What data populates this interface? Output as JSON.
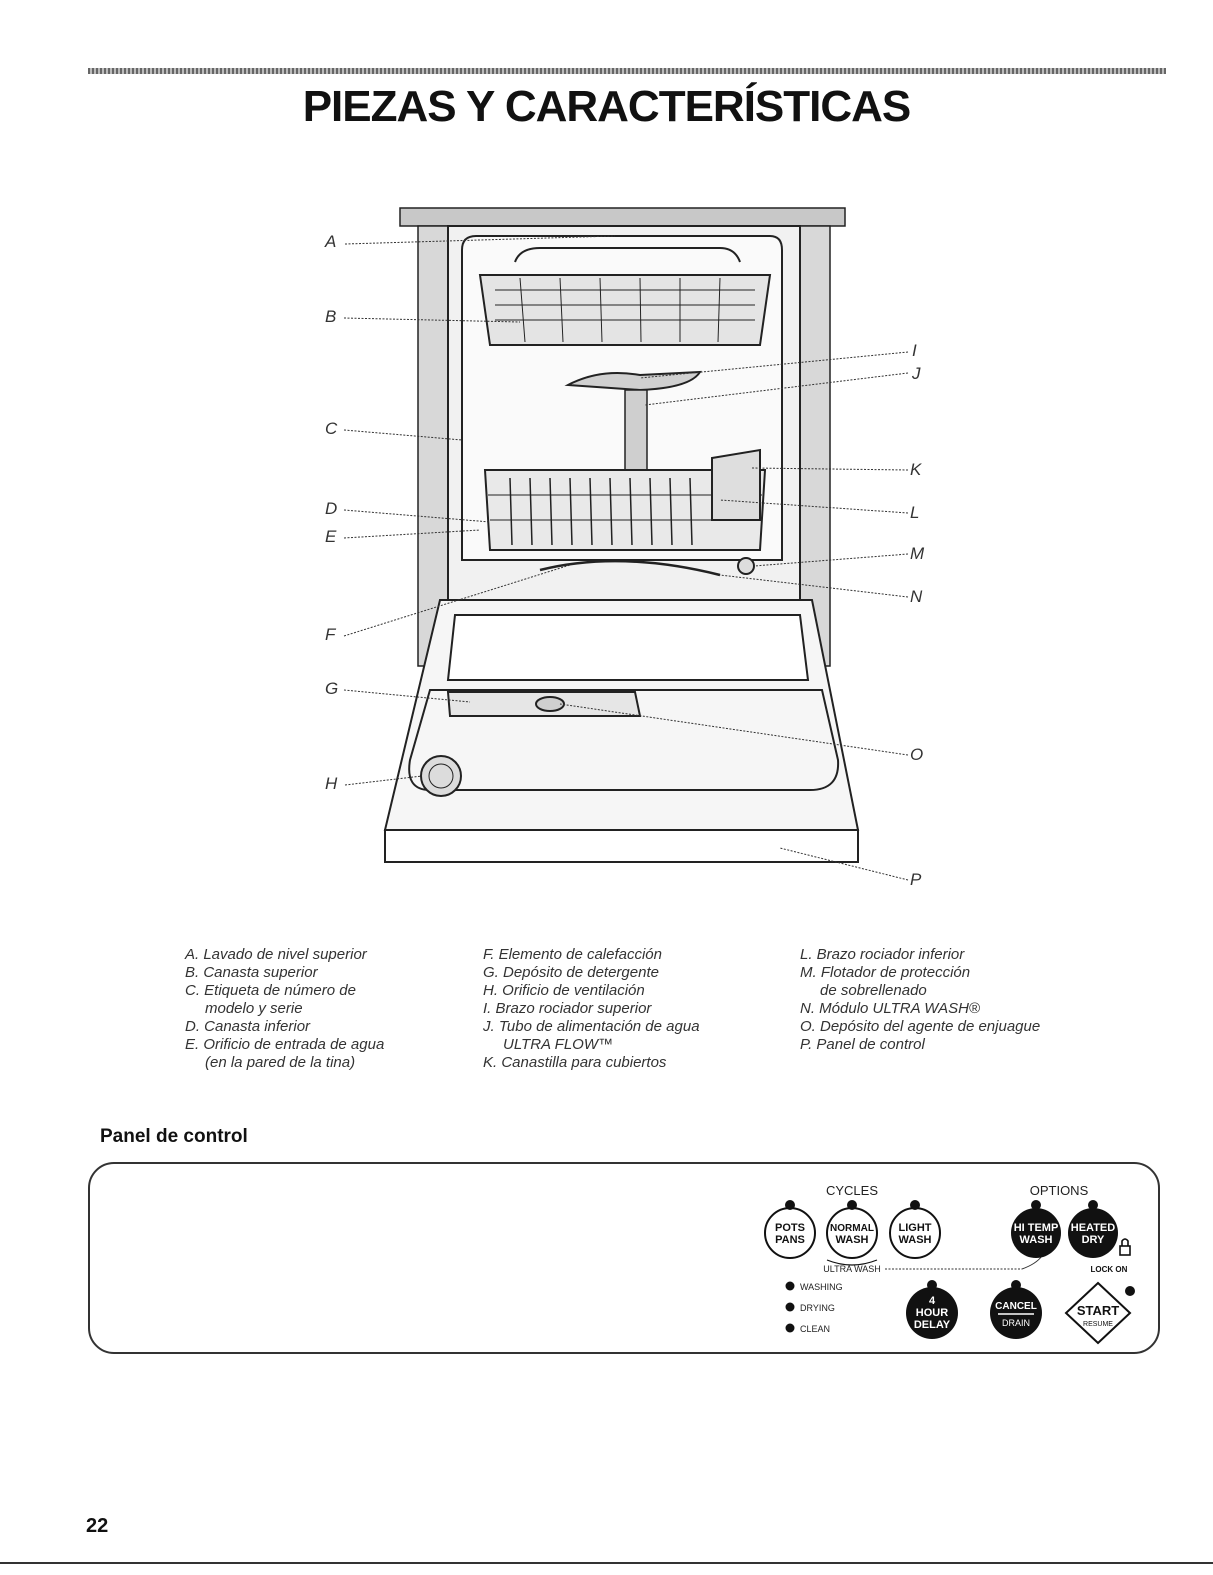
{
  "title": "PIEZAS Y CARACTERÍSTICAS",
  "callouts": {
    "A": "A",
    "B": "B",
    "C": "C",
    "D": "D",
    "E": "E",
    "F": "F",
    "G": "G",
    "H": "H",
    "I": "I",
    "J": "J",
    "K": "K",
    "L": "L",
    "M": "M",
    "N": "N",
    "O": "O",
    "P": "P"
  },
  "legend": {
    "col1": [
      "A. Lavado de nivel superior",
      "B. Canasta superior",
      "C. Etiqueta de número de",
      "modelo y serie",
      "D. Canasta inferior",
      "E. Orificio de entrada de agua",
      "(en la pared de la tina)"
    ],
    "col2": [
      "F. Elemento de calefacción",
      "G. Depósito de detergente",
      "H. Orificio de ventilación",
      "I. Brazo rociador superior",
      "J. Tubo de alimentación de agua",
      "ULTRA FLOW™",
      "K. Canastilla para cubiertos"
    ],
    "col3": [
      "L. Brazo rociador inferior",
      "M. Flotador de protección",
      "de sobrellenado",
      "N. Módulo ULTRA WASH®",
      "O. Depósito del agente de enjuague",
      "P. Panel de control"
    ]
  },
  "section_heading": "Panel de control",
  "control_panel": {
    "cycles_label": "CYCLES",
    "options_label": "OPTIONS",
    "buttons": {
      "pots_pans": [
        "POTS",
        "PANS"
      ],
      "normal_wash": [
        "NORMAL",
        "WASH"
      ],
      "light_wash": [
        "LIGHT",
        "WASH"
      ],
      "hi_temp_wash": [
        "HI TEMP",
        "WASH"
      ],
      "heated_dry": [
        "HEATED",
        "DRY"
      ],
      "hour_delay": [
        "4",
        "HOUR",
        "DELAY"
      ],
      "cancel_drain": [
        "CANCEL",
        "DRAIN"
      ],
      "start_resume": [
        "START",
        "RESUME"
      ]
    },
    "ultra_wash_label": "ULTRA WASH",
    "lock_on_label": "LOCK ON",
    "status_lights": [
      "WASHING",
      "DRYING",
      "CLEAN"
    ]
  },
  "page_number": "22"
}
